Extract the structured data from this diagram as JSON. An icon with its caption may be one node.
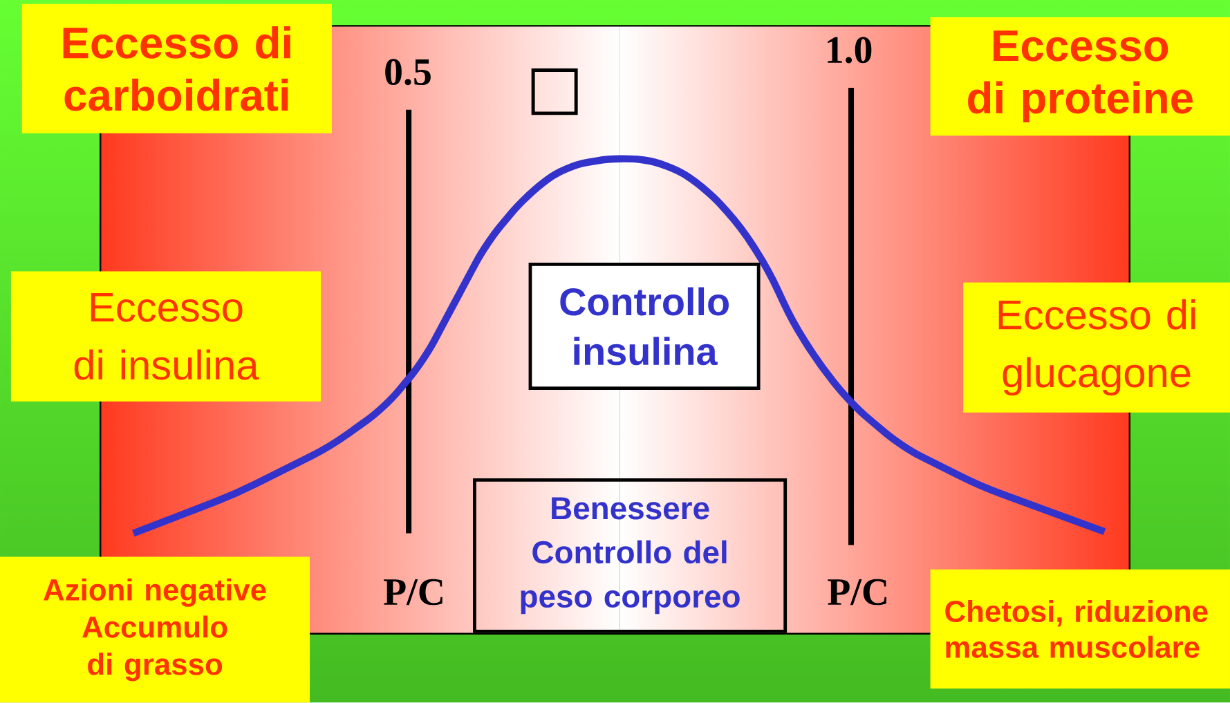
{
  "diagram": {
    "nodes": [
      {
        "text": [
          "Eccesso di carboidrati"
        ]
      },
      {
        "text": [
          "Eccesso di proteine"
        ]
      },
      {
        "text": [
          "Eccesso di insulina"
        ]
      },
      {
        "text": [
          "Eccesso di glucagone"
        ]
      },
      {
        "text": [
          "Controllo insulina"
        ]
      },
      {
        "text": [
          "Benessere Controllo del peso corporeo"
        ]
      },
      {
        "text": [
          "Azioni negative Accumulo di grasso"
        ]
      },
      {
        "text": [
          "Chetosi, riduzione massa muscolare"
        ]
      }
    ],
    "labels": [
      "0.5",
      "□",
      "1.0",
      "P/C",
      "P/C"
    ]
  }
}
